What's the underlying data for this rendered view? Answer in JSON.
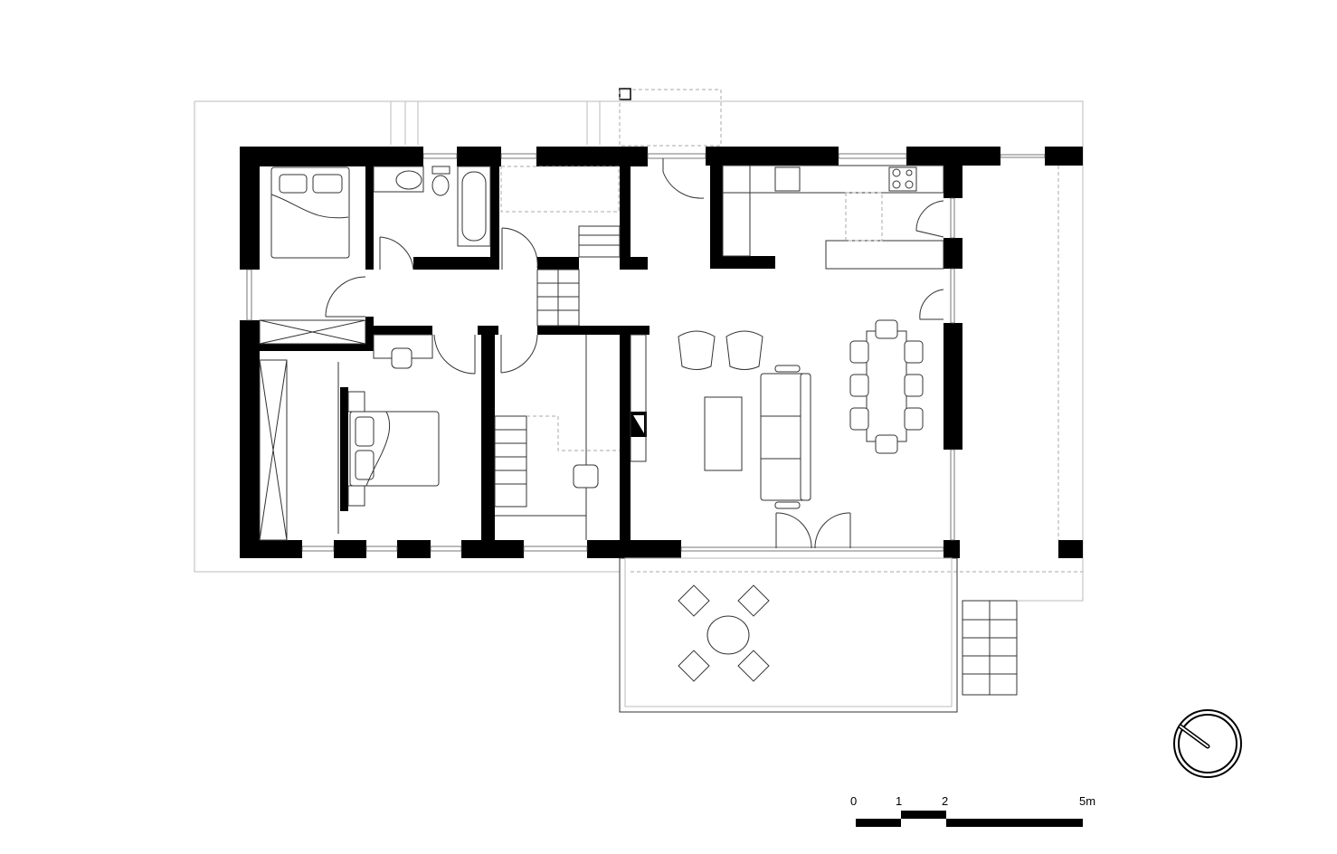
{
  "drawing": {
    "type": "floor-plan",
    "scale_bar": {
      "labels": [
        "0",
        "1",
        "2",
        "5m"
      ]
    },
    "north_arrow_icon": "compass-icon",
    "colors": {
      "walls": "#000000",
      "outline": "#bbbbbb",
      "furniture": "#333333"
    }
  }
}
